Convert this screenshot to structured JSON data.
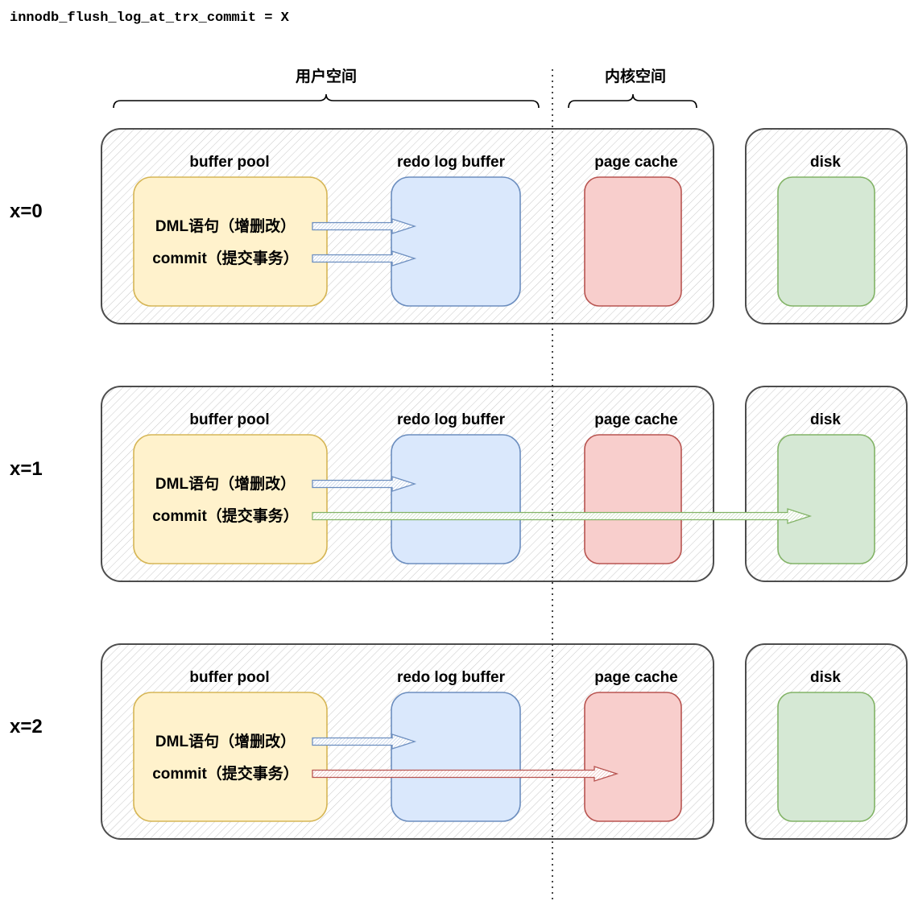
{
  "title": "innodb_flush_log_at_trx_commit = X",
  "spaces": {
    "user": "用户空间",
    "kernel": "内核空间"
  },
  "colors": {
    "yellow_fill": "#fff2cc",
    "yellow_stroke": "#d6b656",
    "blue_fill": "#dae8fc",
    "blue_stroke": "#6c8ebf",
    "red_fill": "#f8cecc",
    "red_stroke": "#b85450",
    "green_fill": "#d5e8d4",
    "green_stroke": "#82b366",
    "container_stroke": "#4d4d4d"
  },
  "rows": [
    {
      "label": "x=0",
      "buffer_pool": "buffer pool",
      "redo_log_buffer": "redo log buffer",
      "page_cache": "page cache",
      "disk": "disk",
      "dml": "DML语句（增删改）",
      "commit": "commit（提交事务）",
      "commit_target": "redo-log-buffer"
    },
    {
      "label": "x=1",
      "buffer_pool": "buffer pool",
      "redo_log_buffer": "redo log buffer",
      "page_cache": "page cache",
      "disk": "disk",
      "dml": "DML语句（增删改）",
      "commit": "commit（提交事务）",
      "commit_target": "disk"
    },
    {
      "label": "x=2",
      "buffer_pool": "buffer pool",
      "redo_log_buffer": "redo log buffer",
      "page_cache": "page cache",
      "disk": "disk",
      "dml": "DML语句（增删改）",
      "commit": "commit（提交事务）",
      "commit_target": "page-cache"
    }
  ]
}
